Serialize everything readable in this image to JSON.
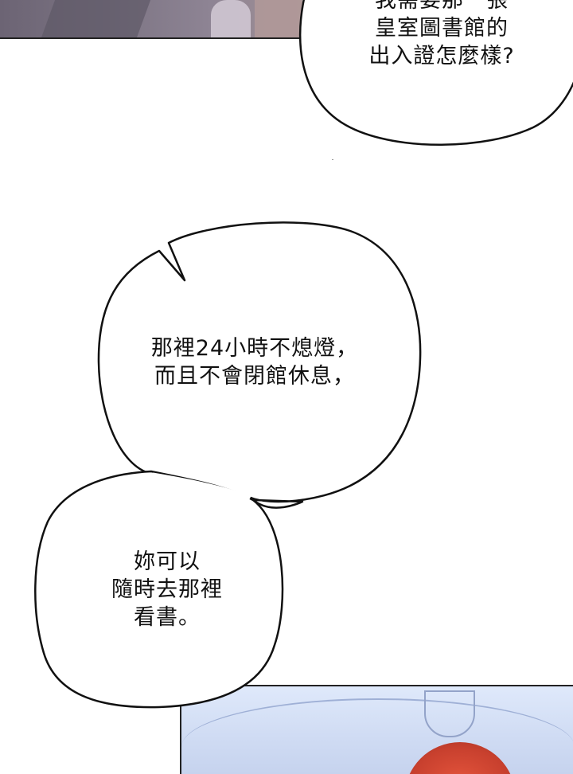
{
  "bubbles": {
    "top": {
      "lines": [
        "我需要那一張",
        "皇室圖書館的",
        "出入證怎麼樣?"
      ]
    },
    "middle": {
      "lines": [
        "那裡24小時不熄燈，",
        "而且不會閉館休息，"
      ]
    },
    "lower": {
      "lines": [
        "妳可以",
        "隨時去那裡",
        "看書。"
      ]
    }
  }
}
